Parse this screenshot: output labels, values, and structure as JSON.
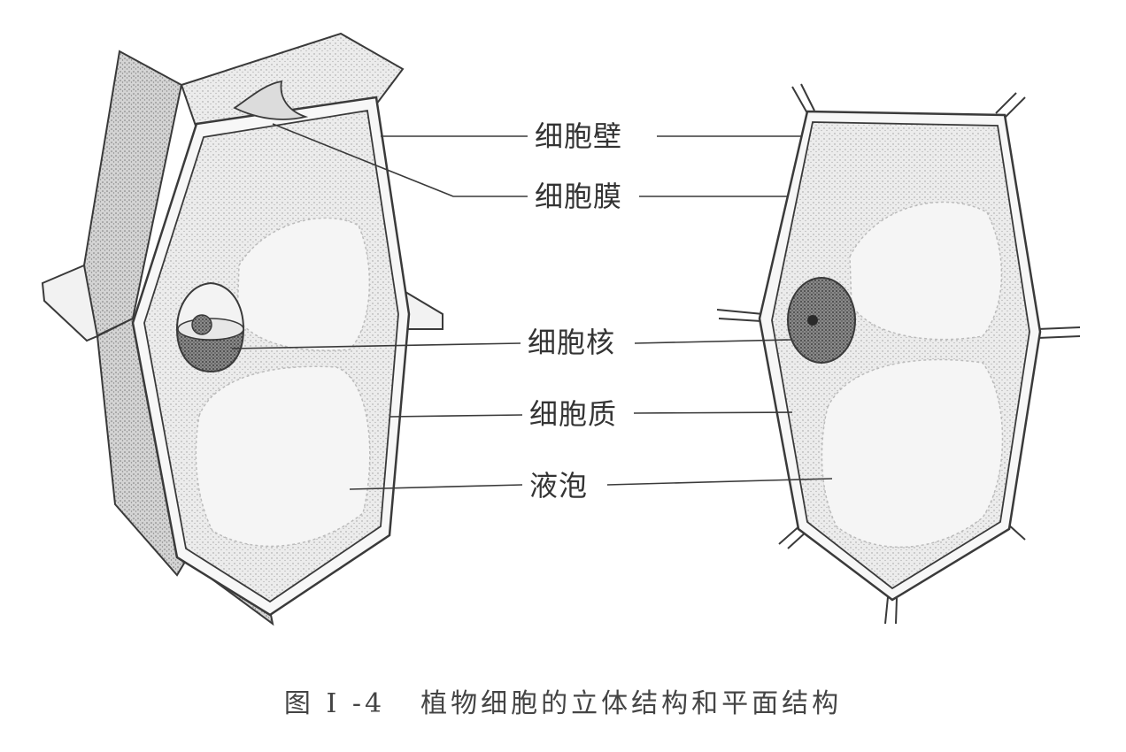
{
  "labels": {
    "cell_wall": "细胞壁",
    "cell_membrane": "细胞膜",
    "nucleus": "细胞核",
    "cytoplasm": "细胞质",
    "vacuole": "液泡"
  },
  "caption": {
    "figure_number": "图 I -4",
    "title": "植物细胞的立体结构和平面结构"
  },
  "colors": {
    "line": "#3a3a3a",
    "cytoplasm_fill": "#e9e9e9",
    "vacuole_fill": "#f6f6f6",
    "nucleus_fill": "#6e6e6e",
    "label_text": "#333333"
  }
}
